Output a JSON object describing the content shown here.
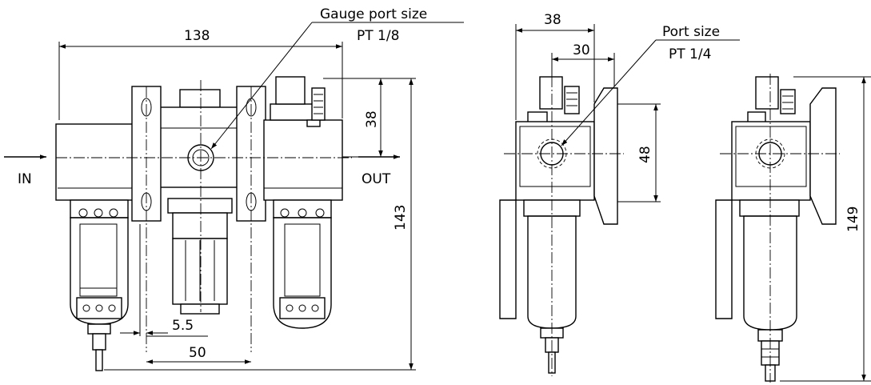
{
  "labels": {
    "inlet": "IN",
    "outlet": "OUT",
    "gauge_port_title": "Gauge port size",
    "gauge_port_value": "PT 1/8",
    "port_title": "Port size",
    "port_value": "PT 1/4"
  },
  "dimensions": {
    "overall_width": "138",
    "top_offset": "38",
    "overall_height": "143",
    "bowl_offset": "5.5",
    "mount_pitch": "50",
    "side_depth": "38",
    "side_port_offset": "30",
    "port_height": "48",
    "lubricator_height": "149"
  }
}
